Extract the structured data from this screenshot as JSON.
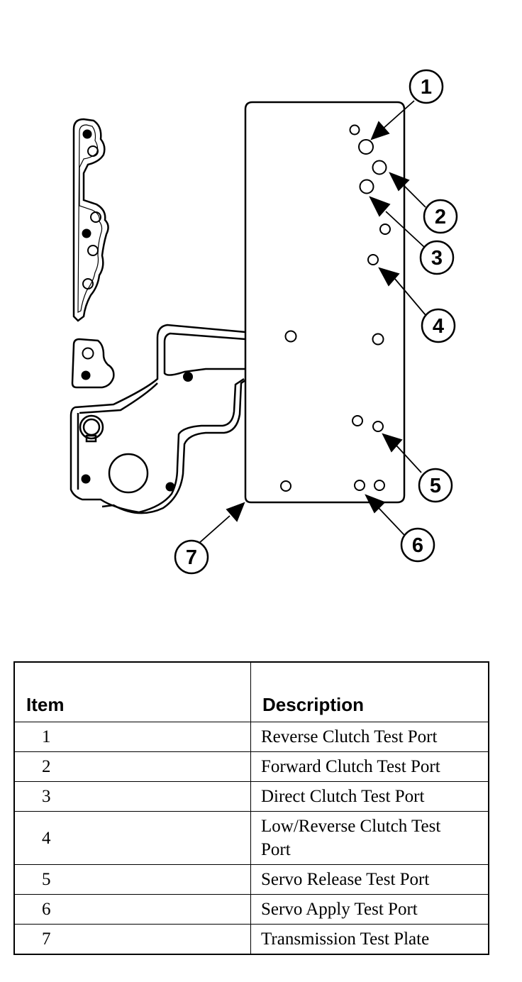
{
  "diagram": {
    "callouts": [
      "1",
      "2",
      "3",
      "4",
      "5",
      "6",
      "7"
    ]
  },
  "legend": {
    "headers": {
      "item": "Item",
      "description": "Description"
    },
    "rows": [
      {
        "item": "1",
        "description": "Reverse Clutch Test Port"
      },
      {
        "item": "2",
        "description": "Forward Clutch Test Port"
      },
      {
        "item": "3",
        "description": "Direct Clutch Test Port"
      },
      {
        "item": "4",
        "description": "Low/Reverse Clutch Test Port"
      },
      {
        "item": "5",
        "description": "Servo Release Test Port"
      },
      {
        "item": "6",
        "description": "Servo Apply Test Port"
      },
      {
        "item": "7",
        "description": "Transmission Test Plate"
      }
    ]
  }
}
